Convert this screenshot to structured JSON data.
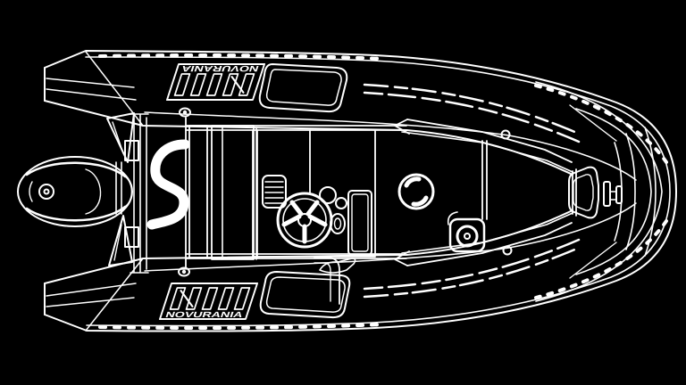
{
  "scene": {
    "description": "Top-view technical line drawing of a Novurania rigid inflatable boat with outboard engine, white lines on black",
    "background_color": "#000000",
    "line_color": "#ffffff"
  },
  "branding": {
    "top_tube_label": "NOVURANIA",
    "bottom_tube_label": "NOVURANIA",
    "emblem": "novurania-bars-emblem"
  }
}
